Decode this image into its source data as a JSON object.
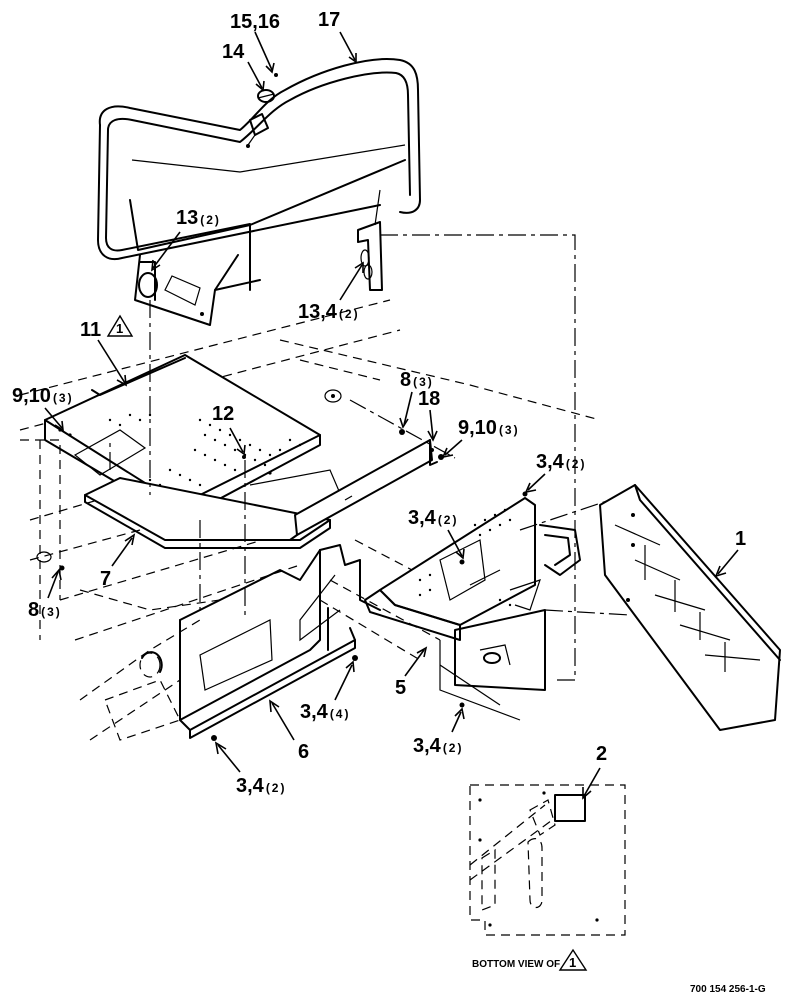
{
  "callouts": {
    "c15_16": "15,16",
    "c17": "17",
    "c14": "14",
    "c13": "13",
    "c13_q": "(2)",
    "c13_4": "13,4",
    "c13_4_q": "(2)",
    "c11": "11",
    "c11_flag": "1",
    "c9_10a": "9,10",
    "c9_10a_q": "(3)",
    "c12": "12",
    "c8a": "8",
    "c8a_q": "(3)",
    "c18": "18",
    "c9_10b": "9,10",
    "c9_10b_q": "(3)",
    "c3_4a": "3,4",
    "c3_4a_q": "(2)",
    "c3_4b": "3,4",
    "c3_4b_q": "(2)",
    "c1": "1",
    "c7": "7",
    "c8b": "8",
    "c8b_q": "(3)",
    "c5": "5",
    "c3_4c": "3,4",
    "c3_4c_q": "(4)",
    "c6": "6",
    "c3_4d": "3,4",
    "c3_4d_q": "(2)",
    "c3_4e": "3,4",
    "c3_4e_q": "(2)",
    "c2": "2"
  },
  "bottom_view_label": "BOTTOM VIEW OF",
  "bottom_view_flag": "1",
  "drawing_number": "700 154 256-1-G"
}
